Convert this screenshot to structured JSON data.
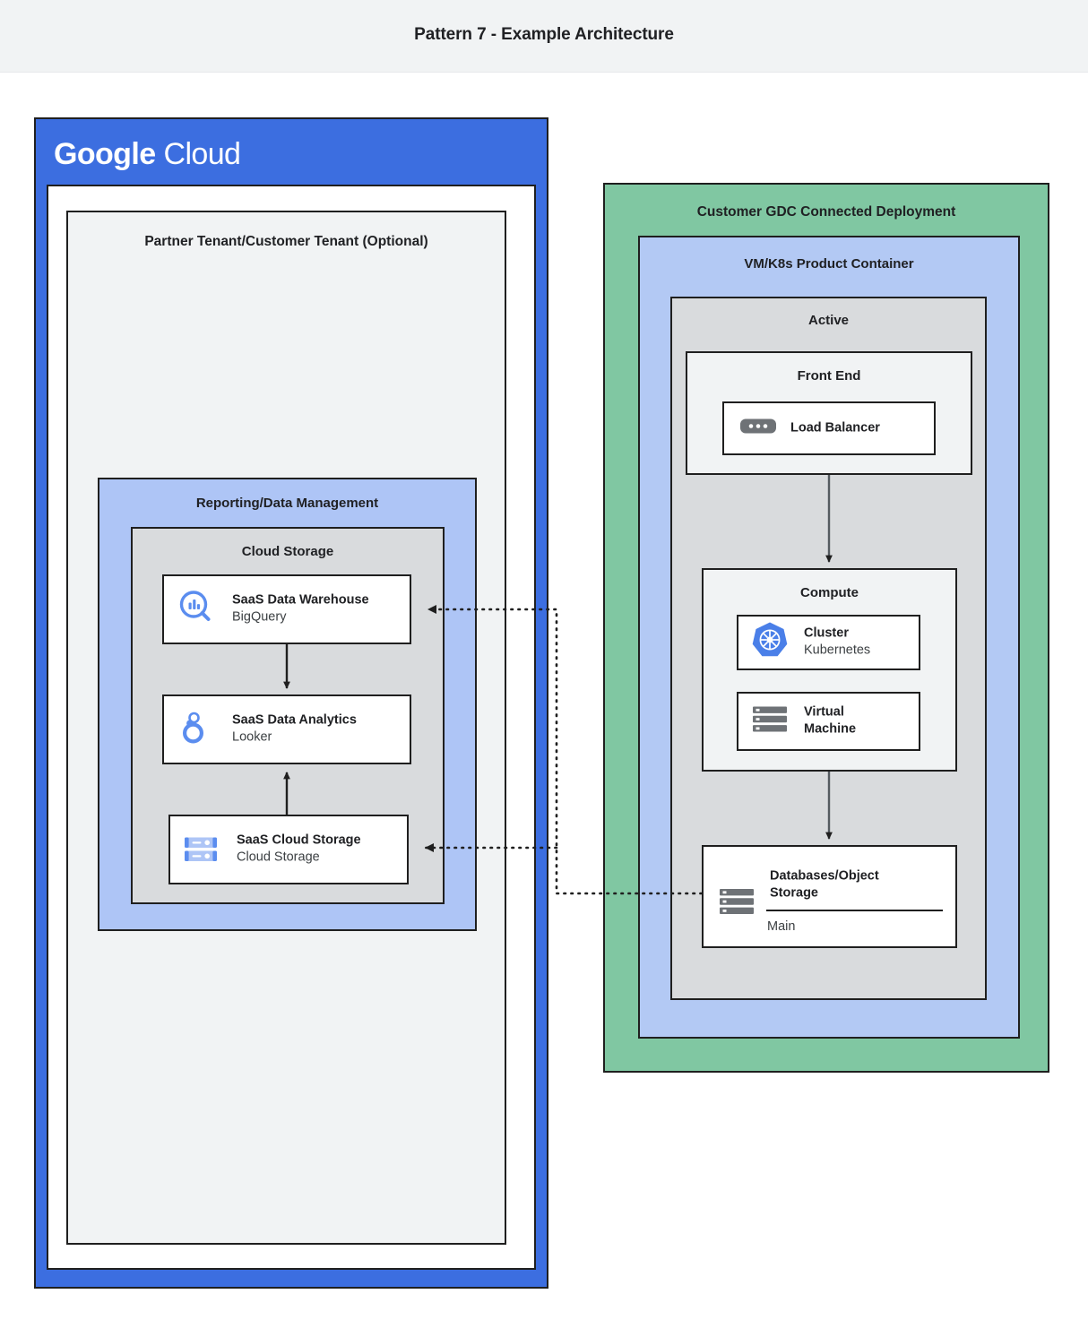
{
  "header": {
    "title": "Pattern 7 - Example Architecture"
  },
  "left_panel": {
    "provider_logo": {
      "google": "Google",
      "cloud": "Cloud"
    },
    "tenant": {
      "title": "Partner Tenant/Customer Tenant (Optional)"
    },
    "reporting": {
      "title": "Reporting/Data Management",
      "cloud_storage_group": {
        "title": "Cloud Storage",
        "nodes": [
          {
            "title": "SaaS Data Warehouse",
            "sub": "BigQuery",
            "icon": "bigquery-icon"
          },
          {
            "title": "SaaS Data Analytics",
            "sub": "Looker",
            "icon": "looker-icon"
          },
          {
            "title": "SaaS Cloud Storage",
            "sub": "Cloud Storage",
            "icon": "cloud-storage-icon"
          }
        ]
      }
    }
  },
  "right_panel": {
    "title": "Customer GDC Connected Deployment",
    "product_container": {
      "title": "VM/K8s Product Container",
      "active": {
        "title": "Active",
        "front_end": {
          "title": "Front End",
          "nodes": [
            {
              "title": "Load Balancer",
              "sub": "",
              "icon": "load-balancer-icon"
            }
          ]
        },
        "compute": {
          "title": "Compute",
          "nodes": [
            {
              "title": "Cluster",
              "sub": "Kubernetes",
              "icon": "kubernetes-icon"
            },
            {
              "title": "Virtual\nMachine",
              "sub": "",
              "icon": "virtual-machine-icon"
            }
          ]
        },
        "database": {
          "title": "Databases/Object\nStorage",
          "footer": "Main",
          "icon": "database-storage-icon"
        }
      }
    }
  },
  "colors": {
    "gcp_blue": "#3c6ee0",
    "reporting_blue": "#aec5f6",
    "product_blue": "#b3c9f4",
    "gdc_green": "#80c7a2",
    "group_gray": "#d9dbdd",
    "panel_gray": "#f1f3f4",
    "stroke": "#1f1f1f",
    "icon_blue": "#5b8def",
    "icon_gray": "#6e7276"
  }
}
